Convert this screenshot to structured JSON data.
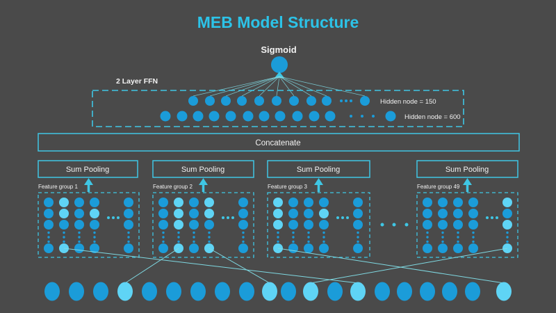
{
  "title": "MEB Model Structure",
  "sigmoid_label": "Sigmoid",
  "ffn": {
    "label": "2 Layer FFN",
    "hidden_row_1_label": "Hidden node = 150",
    "hidden_row_2_label": "Hidden node = 600"
  },
  "concatenate_label": "Concatenate",
  "sum_pooling_labels": [
    "Sum Pooling",
    "Sum Pooling",
    "Sum Pooling",
    "Sum Pooling"
  ],
  "feature_groups": [
    {
      "label": "Feature group 1",
      "light_nodes": [
        [
          2,
          1
        ],
        [
          2,
          2
        ],
        [
          4,
          2
        ],
        [
          2,
          4
        ]
      ]
    },
    {
      "label": "Feature group 2",
      "light_nodes": [
        [
          2,
          1
        ],
        [
          4,
          1
        ],
        [
          2,
          2
        ],
        [
          4,
          2
        ],
        [
          2,
          3
        ],
        [
          2,
          4
        ],
        [
          4,
          4
        ]
      ]
    },
    {
      "label": "Feature group 3",
      "light_nodes": [
        [
          1,
          1
        ],
        [
          1,
          2
        ],
        [
          4,
          2
        ],
        [
          1,
          3
        ],
        [
          1,
          4
        ]
      ]
    },
    {
      "label": "Feature group 49",
      "light_nodes": [
        [
          5,
          1
        ],
        [
          5,
          3
        ],
        [
          5,
          4
        ]
      ]
    }
  ],
  "embedding_row": {
    "node_count": 20,
    "light_node_indices": [
      4,
      10,
      12,
      14,
      20
    ]
  },
  "connections": [
    {
      "from_group": 1,
      "from_column": 2,
      "to_embedding_node": 14
    },
    {
      "from_group": 2,
      "from_column": 2,
      "to_embedding_node": 4
    },
    {
      "from_group": 2,
      "from_column": 4,
      "to_embedding_node": 10
    },
    {
      "from_group": 3,
      "from_column": 1,
      "to_embedding_node": 20
    },
    {
      "from_group": 4,
      "from_column": 5,
      "to_embedding_node": 12
    }
  ],
  "colors": {
    "background": "#4a4a4a",
    "title": "#2cc3e8",
    "node_blue": "#1b9cd9",
    "node_light": "#5fd4f5",
    "accent_cyan": "#3fc6e4",
    "connector_line": "#7fd9e2",
    "text": "#f2f2f2"
  }
}
